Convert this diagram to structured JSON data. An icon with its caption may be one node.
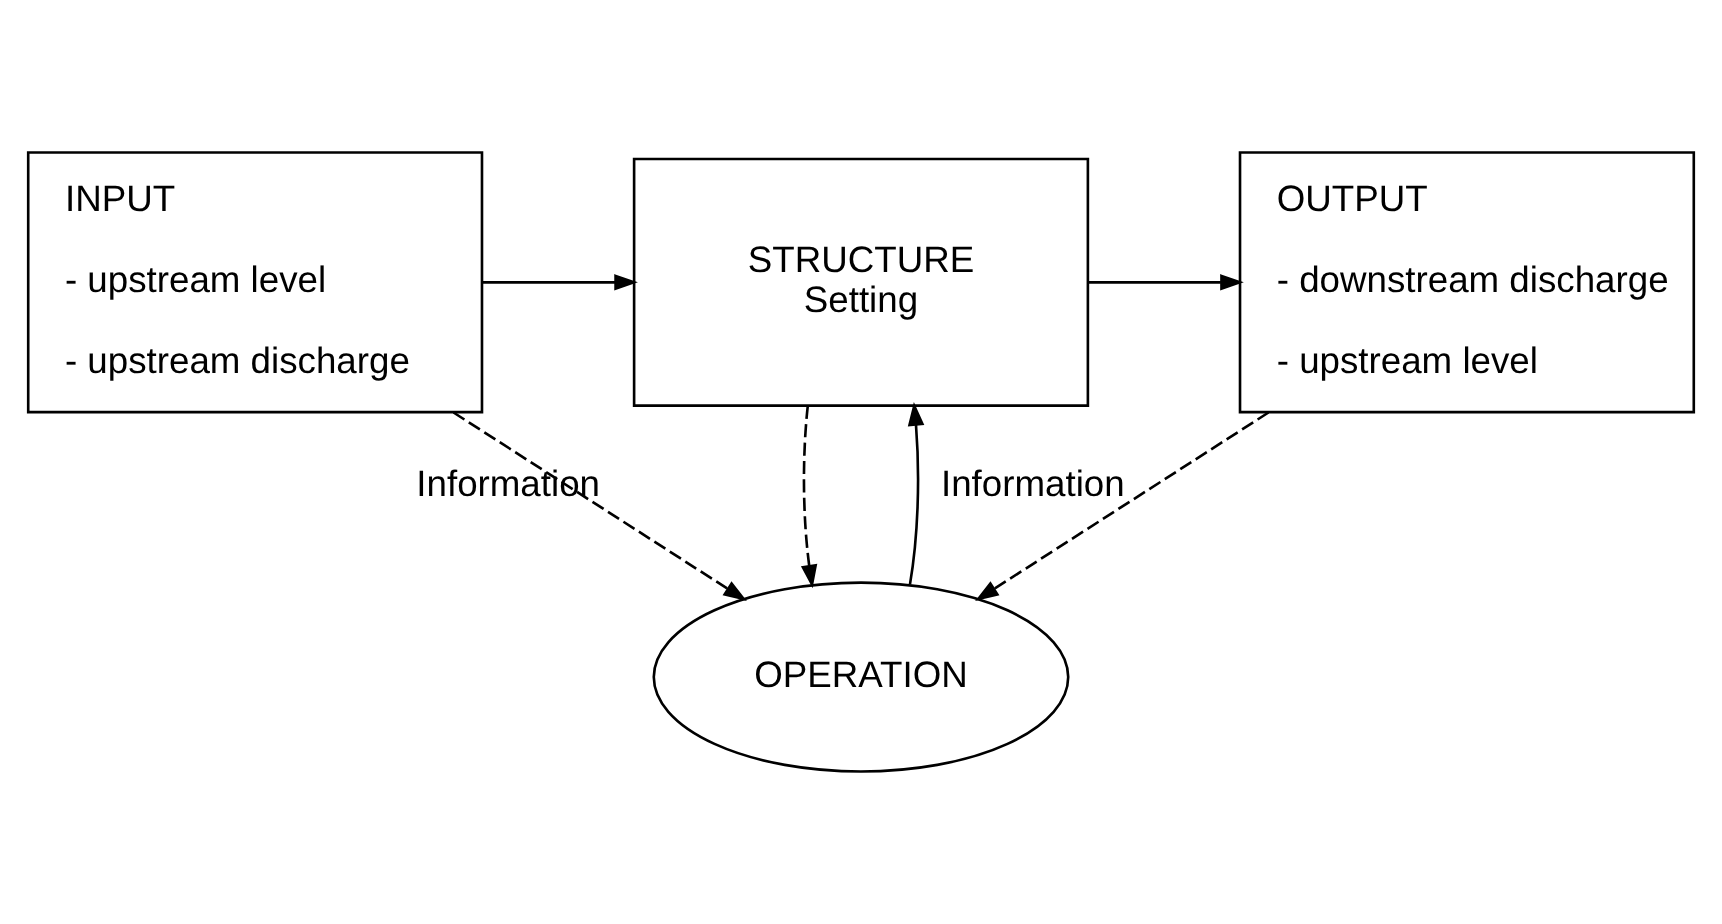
{
  "diagram": {
    "nodes": [
      {
        "text": [
          "INPUT",
          "- upstream level",
          "- upstream discharge"
        ]
      },
      {
        "text": [
          "STRUCTURE",
          "Setting"
        ]
      },
      {
        "text": [
          "OUTPUT",
          "- downstream discharge",
          "- upstream level"
        ]
      },
      {
        "text": [
          "OPERATION"
        ]
      }
    ],
    "edges": [
      {
        "from": 0,
        "to": 1,
        "arrow": "to"
      },
      {
        "from": 1,
        "to": 2,
        "arrow": "to"
      },
      {
        "from": 1,
        "to": 3,
        "arrow": "to",
        "style": "dashed"
      },
      {
        "from": 3,
        "to": 1,
        "arrow": "to"
      },
      {
        "from": 0,
        "to": 3,
        "arrow": "to",
        "style": "dashed",
        "label": "Information"
      },
      {
        "from": 2,
        "to": 3,
        "arrow": "to",
        "style": "dashed",
        "label": "Information"
      }
    ]
  }
}
